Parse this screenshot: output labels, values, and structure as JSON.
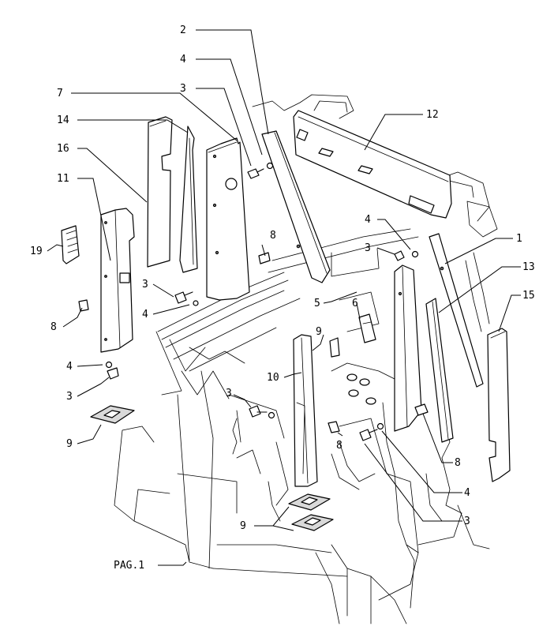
{
  "diagram": {
    "callouts": [
      {
        "id": "c-2",
        "text": "2"
      },
      {
        "id": "c-4a",
        "text": "4"
      },
      {
        "id": "c-3a",
        "text": "3"
      },
      {
        "id": "c-7",
        "text": "7"
      },
      {
        "id": "c-14",
        "text": "14"
      },
      {
        "id": "c-16",
        "text": "16"
      },
      {
        "id": "c-11",
        "text": "11"
      },
      {
        "id": "c-19",
        "text": "19"
      },
      {
        "id": "c-8a",
        "text": "8"
      },
      {
        "id": "c-4b",
        "text": "4"
      },
      {
        "id": "c-3b",
        "text": "3"
      },
      {
        "id": "c-9a",
        "text": "9"
      },
      {
        "id": "c-3c",
        "text": "3"
      },
      {
        "id": "c-4c",
        "text": "4"
      },
      {
        "id": "c-8b",
        "text": "8"
      },
      {
        "id": "c-12",
        "text": "12"
      },
      {
        "id": "c-4d",
        "text": "4"
      },
      {
        "id": "c-3d",
        "text": "3"
      },
      {
        "id": "c-1",
        "text": "1"
      },
      {
        "id": "c-13",
        "text": "13"
      },
      {
        "id": "c-5",
        "text": "5"
      },
      {
        "id": "c-6",
        "text": "6"
      },
      {
        "id": "c-15",
        "text": "15"
      },
      {
        "id": "c-9b",
        "text": "9"
      },
      {
        "id": "c-10",
        "text": "10"
      },
      {
        "id": "c-3e",
        "text": "3"
      },
      {
        "id": "c-8c",
        "text": "8"
      },
      {
        "id": "c-8d",
        "text": "8"
      },
      {
        "id": "c-4e",
        "text": "4"
      },
      {
        "id": "c-3f",
        "text": "3"
      },
      {
        "id": "c-9c",
        "text": "9"
      }
    ],
    "page_ref": "PAG.1"
  }
}
